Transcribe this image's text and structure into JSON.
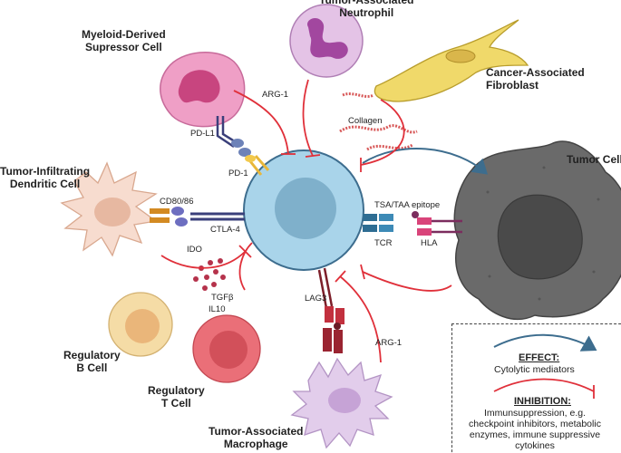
{
  "labels": {
    "neutrophil": "Tumor-Associated\nNeutrophil",
    "mdsc": "Myeloid-Derived\nSupressor Cell",
    "caf": "Cancer-Associated\nFibroblast",
    "tumor": "Tumor Cell",
    "dendritic": "Tumor-Infiltrating\nDendritic Cell",
    "breg": "Regulatory\nB Cell",
    "treg": "Regulatory\nT Cell",
    "tam": "Tumor-Associated\nMacrophage"
  },
  "molecules": {
    "arg1_top": "ARG-1",
    "pdl1": "PD-L1",
    "pd1": "PD-1",
    "collagen": "Collagen",
    "cd80": "CD80/86",
    "ctla4": "CTLA-4",
    "ido": "IDO",
    "tgfb": "TGFβ",
    "il10": "IL10",
    "lag3": "LAG3",
    "arg1_bottom": "ARG-1",
    "epitope": "TSA/TAA epitope",
    "tcr": "TCR",
    "hla": "HLA"
  },
  "legend": {
    "effect_title": "EFFECT:",
    "effect_text": "Cytolytic mediators",
    "inhibition_title": "INHIBITION:",
    "inhibition_text": "Immunsuppression, e.g.\ncheckpoint inhibitors, metabolic\nenzymes, immune suppressive\ncytokines"
  },
  "colors": {
    "tcell": "#a9d4ea",
    "inhibition": "#e0303a",
    "effect": "#3d6d8e",
    "tumor": "#6a6a6a",
    "fibroblast": "#f0d96a",
    "neutrophil": "#e4c3e6",
    "mdsc": "#ef9fc6",
    "macrophage": "#e2cdeb",
    "dendritic": "#f7dccf",
    "breg": "#f5dca6",
    "treg": "#ea6f78"
  }
}
